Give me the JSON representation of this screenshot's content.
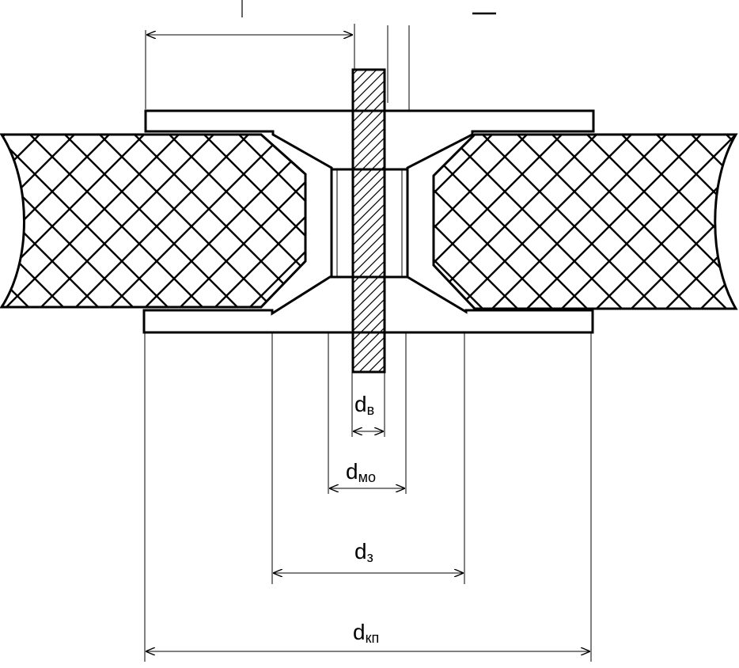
{
  "labels": {
    "d_v": {
      "main": "d",
      "sub": "в"
    },
    "d_mo": {
      "main": "d",
      "sub": "мо"
    },
    "d_z": {
      "main": "d",
      "sub": "з"
    },
    "d_kp": {
      "main": "d",
      "sub": "кп"
    }
  },
  "colors": {
    "line": "#000000",
    "background": "#ffffff"
  }
}
